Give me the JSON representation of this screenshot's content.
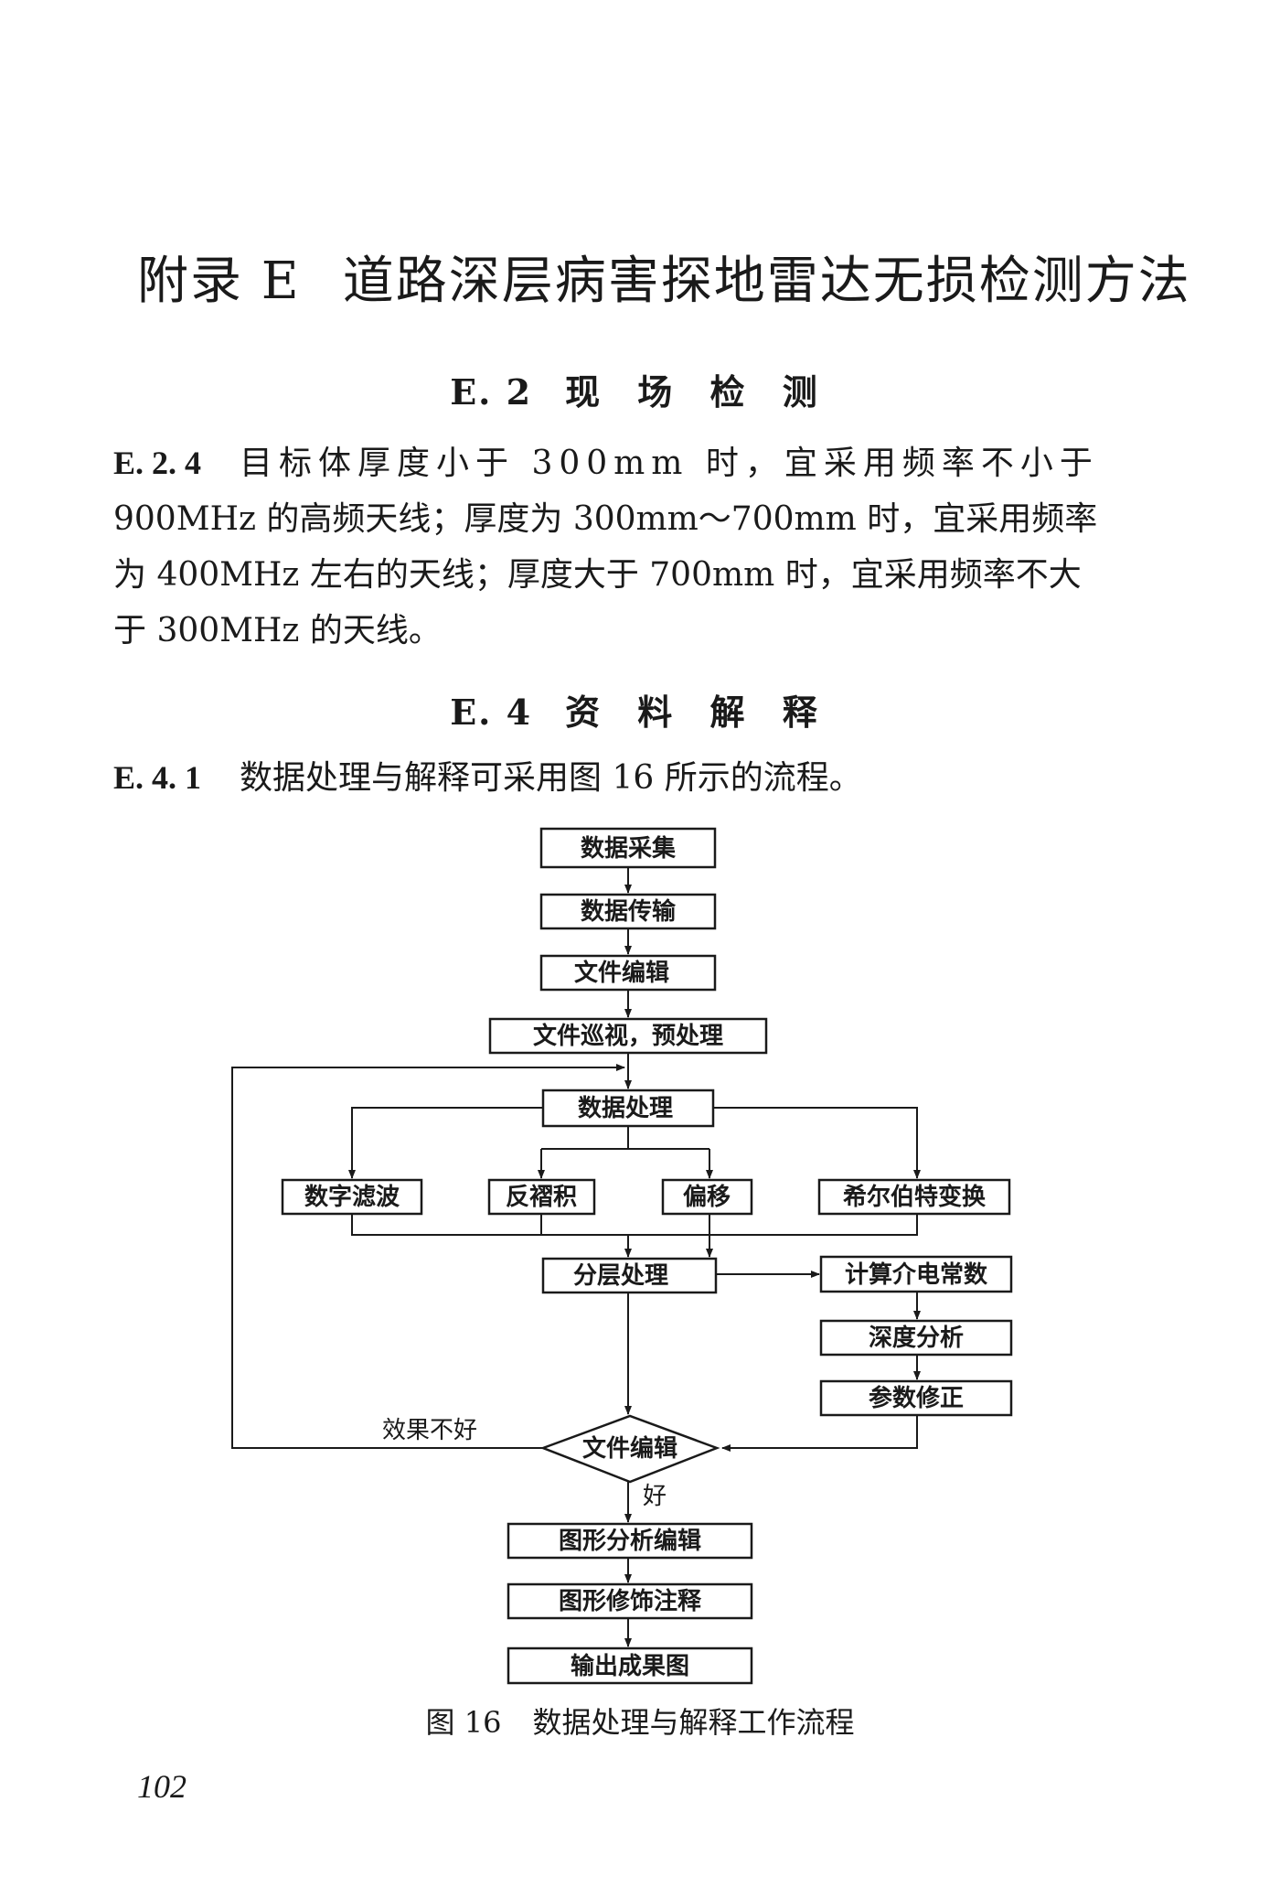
{
  "appendix": {
    "label": "附录 E",
    "title": "道路深层病害探地雷达无损检测方法"
  },
  "sections": [
    {
      "number": "E. 2",
      "title": "现 场 检 测"
    },
    {
      "number": "E. 4",
      "title": "资 料 解 释"
    }
  ],
  "clauses": [
    {
      "number": "E. 2. 4",
      "lines": [
        "目标体厚度小于 300mm 时，宜采用频率不小于",
        "900MHz 的高频天线；厚度为 300mm～700mm 时，宜采用频率",
        "为 400MHz 左右的天线；厚度大于 700mm 时，宜采用频率不大",
        "于 300MHz 的天线。"
      ]
    },
    {
      "number": "E. 4. 1",
      "lines": [
        "数据处理与解释可采用图 16 所示的流程。"
      ]
    }
  ],
  "flowchart": {
    "nodes": {
      "collect": "数据采集",
      "transfer": "数据传输",
      "file_edit": "文件编辑",
      "preview": "文件巡视，预处理",
      "process": "数据处理",
      "filter": "数字滤波",
      "deconv": "反褶积",
      "migration": "偏移",
      "hilbert": "希尔伯特变换",
      "layering": "分层处理",
      "dielectric": "计算介电常数",
      "depth": "深度分析",
      "param": "参数修正",
      "decision": "文件编辑",
      "graph_edit": "图形分析编辑",
      "graph_annot": "图形修饰注释",
      "output": "输出成果图"
    },
    "labels": {
      "bad": "效果不好",
      "good": "好"
    }
  },
  "figure_caption": {
    "number": "图 16",
    "title": "数据处理与解释工作流程"
  },
  "page_number": "102"
}
